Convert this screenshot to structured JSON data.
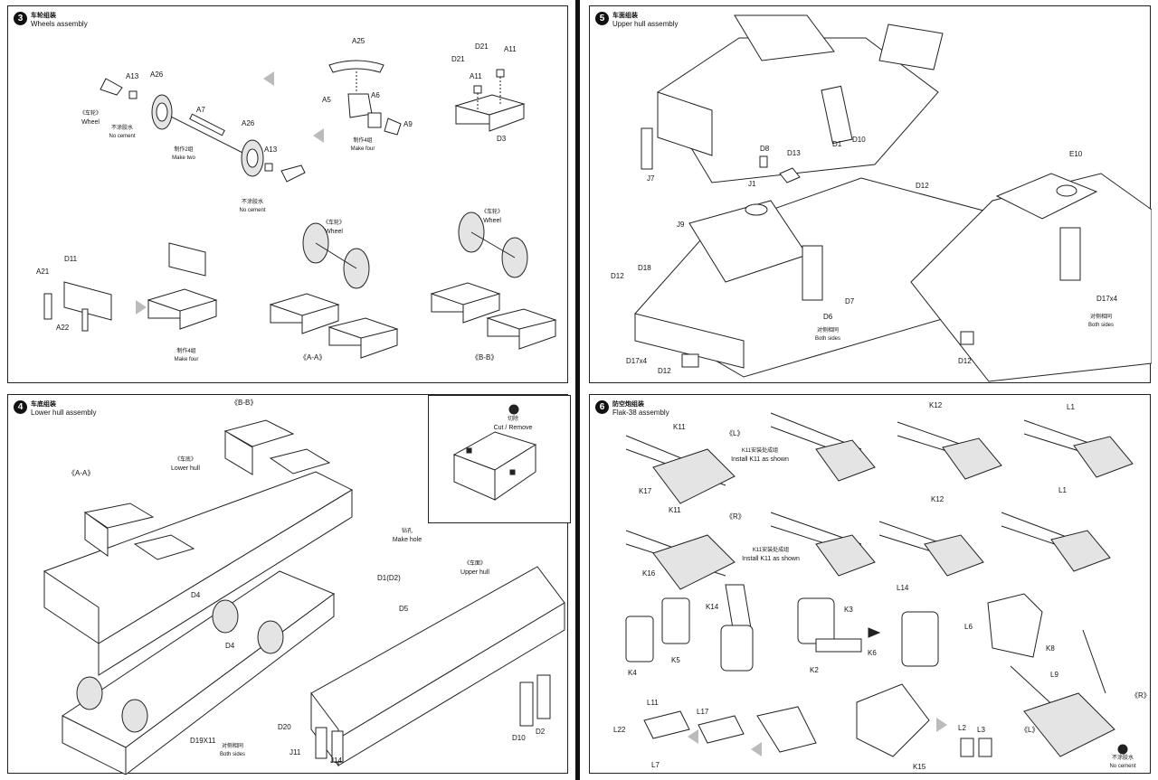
{
  "steps": {
    "s3": {
      "number": "3",
      "title_cn": "车轮组装",
      "title_en": "Wheels assembly",
      "labels": {
        "a13a": "A13",
        "a26a": "A26",
        "a7": "A7",
        "a26b": "A26",
        "a13b": "A13",
        "wheel_cn": "《车轮》",
        "wheel_en": "Wheel",
        "nocement1_cn": "不涂胶水",
        "nocement1_en": "No cement",
        "maketwo_cn": "制作2组",
        "maketwo_en": "Make two",
        "nocement2_cn": "不涂胶水",
        "nocement2_en": "No cement",
        "a25": "A25",
        "a5": "A5",
        "a6": "A6",
        "a9": "A9",
        "makefour1_cn": "制作4组",
        "makefour1_en": "Make four",
        "d21a": "D21",
        "d21b": "D21",
        "a11a": "A11",
        "a11b": "A11",
        "d3": "D3",
        "d11": "D11",
        "a21": "A21",
        "a22": "A22",
        "makefour2_cn": "制作4组",
        "makefour2_en": "Make four",
        "wheel2_cn": "《车轮》",
        "wheel2_en": "Wheel",
        "aa": "《A-A》",
        "wheel3_cn": "《车轮》",
        "wheel3_en": "Wheel",
        "bb": "《B-B》"
      }
    },
    "s5": {
      "number": "5",
      "title_cn": "车面组装",
      "title_en": "Upper hull assembly",
      "labels": {
        "j7": "J7",
        "d1": "D1",
        "d10": "D10",
        "d8": "D8",
        "d13": "D13",
        "j1": "J1",
        "d12a": "D12",
        "j9": "J9",
        "d18": "D18",
        "d12b": "D12",
        "d7": "D7",
        "d6": "D6",
        "bothsides1_cn": "对侧相同",
        "bothsides1_en": "Both sides",
        "d17x4a": "D17x4",
        "d12c": "D12",
        "e10": "E10",
        "d17x4b": "D17x4",
        "bothsides2_cn": "对侧相同",
        "bothsides2_en": "Both sides",
        "d12d": "D12"
      }
    },
    "s4": {
      "number": "4",
      "title_cn": "车底组装",
      "title_en": "Lower hull assembly",
      "labels": {
        "bb": "《B-B》",
        "aa": "《A-A》",
        "lowerhull_cn": "《车底》",
        "lowerhull_en": "Lower hull",
        "cut_cn": "切除",
        "cut_en": "Cut / Remove",
        "makehole_cn": "钻孔",
        "makehole_en": "Make hole",
        "d1d2": "D1(D2)",
        "upperhull_cn": "《车面》",
        "upperhull_en": "Upper hull",
        "d4a": "D4",
        "d4b": "D4",
        "d5": "D5",
        "d20": "D20",
        "d19x11": "D19X11",
        "bothsides_cn": "对侧相同",
        "bothsides_en": "Both sides",
        "d10": "D10",
        "d2": "D2",
        "j11": "J11",
        "j14": "J14"
      }
    },
    "s6": {
      "number": "6",
      "title_cn": "防空炮组装",
      "title_en": "Flak-38 assembly",
      "labels": {
        "k11a": "K11",
        "l_cn": "《L》",
        "install1_cn": "K11安装处成组",
        "install1_en": "Install K11 as shown",
        "k17": "K17",
        "k12a": "K12",
        "l1a": "L1",
        "k11b": "K11",
        "r_cn": "《R》",
        "install2_cn": "K11安装处成组",
        "install2_en": "Install K11 as shown",
        "k16": "K16",
        "k12b": "K12",
        "l1b": "L1",
        "k14": "K14",
        "k3": "K3",
        "l14": "L14",
        "l6": "L6",
        "k4": "K4",
        "k5": "K5",
        "k6": "K6",
        "k2": "K2",
        "k8": "K8",
        "l11": "L11",
        "l17": "L17",
        "l22": "L22",
        "l7": "L7",
        "l9": "L9",
        "r2": "《R》",
        "l3a": "《L》",
        "k15": "K15",
        "l2": "L2",
        "l3": "L3",
        "nocement_cn": "不涂胶水",
        "nocement_en": "No cement"
      }
    }
  }
}
